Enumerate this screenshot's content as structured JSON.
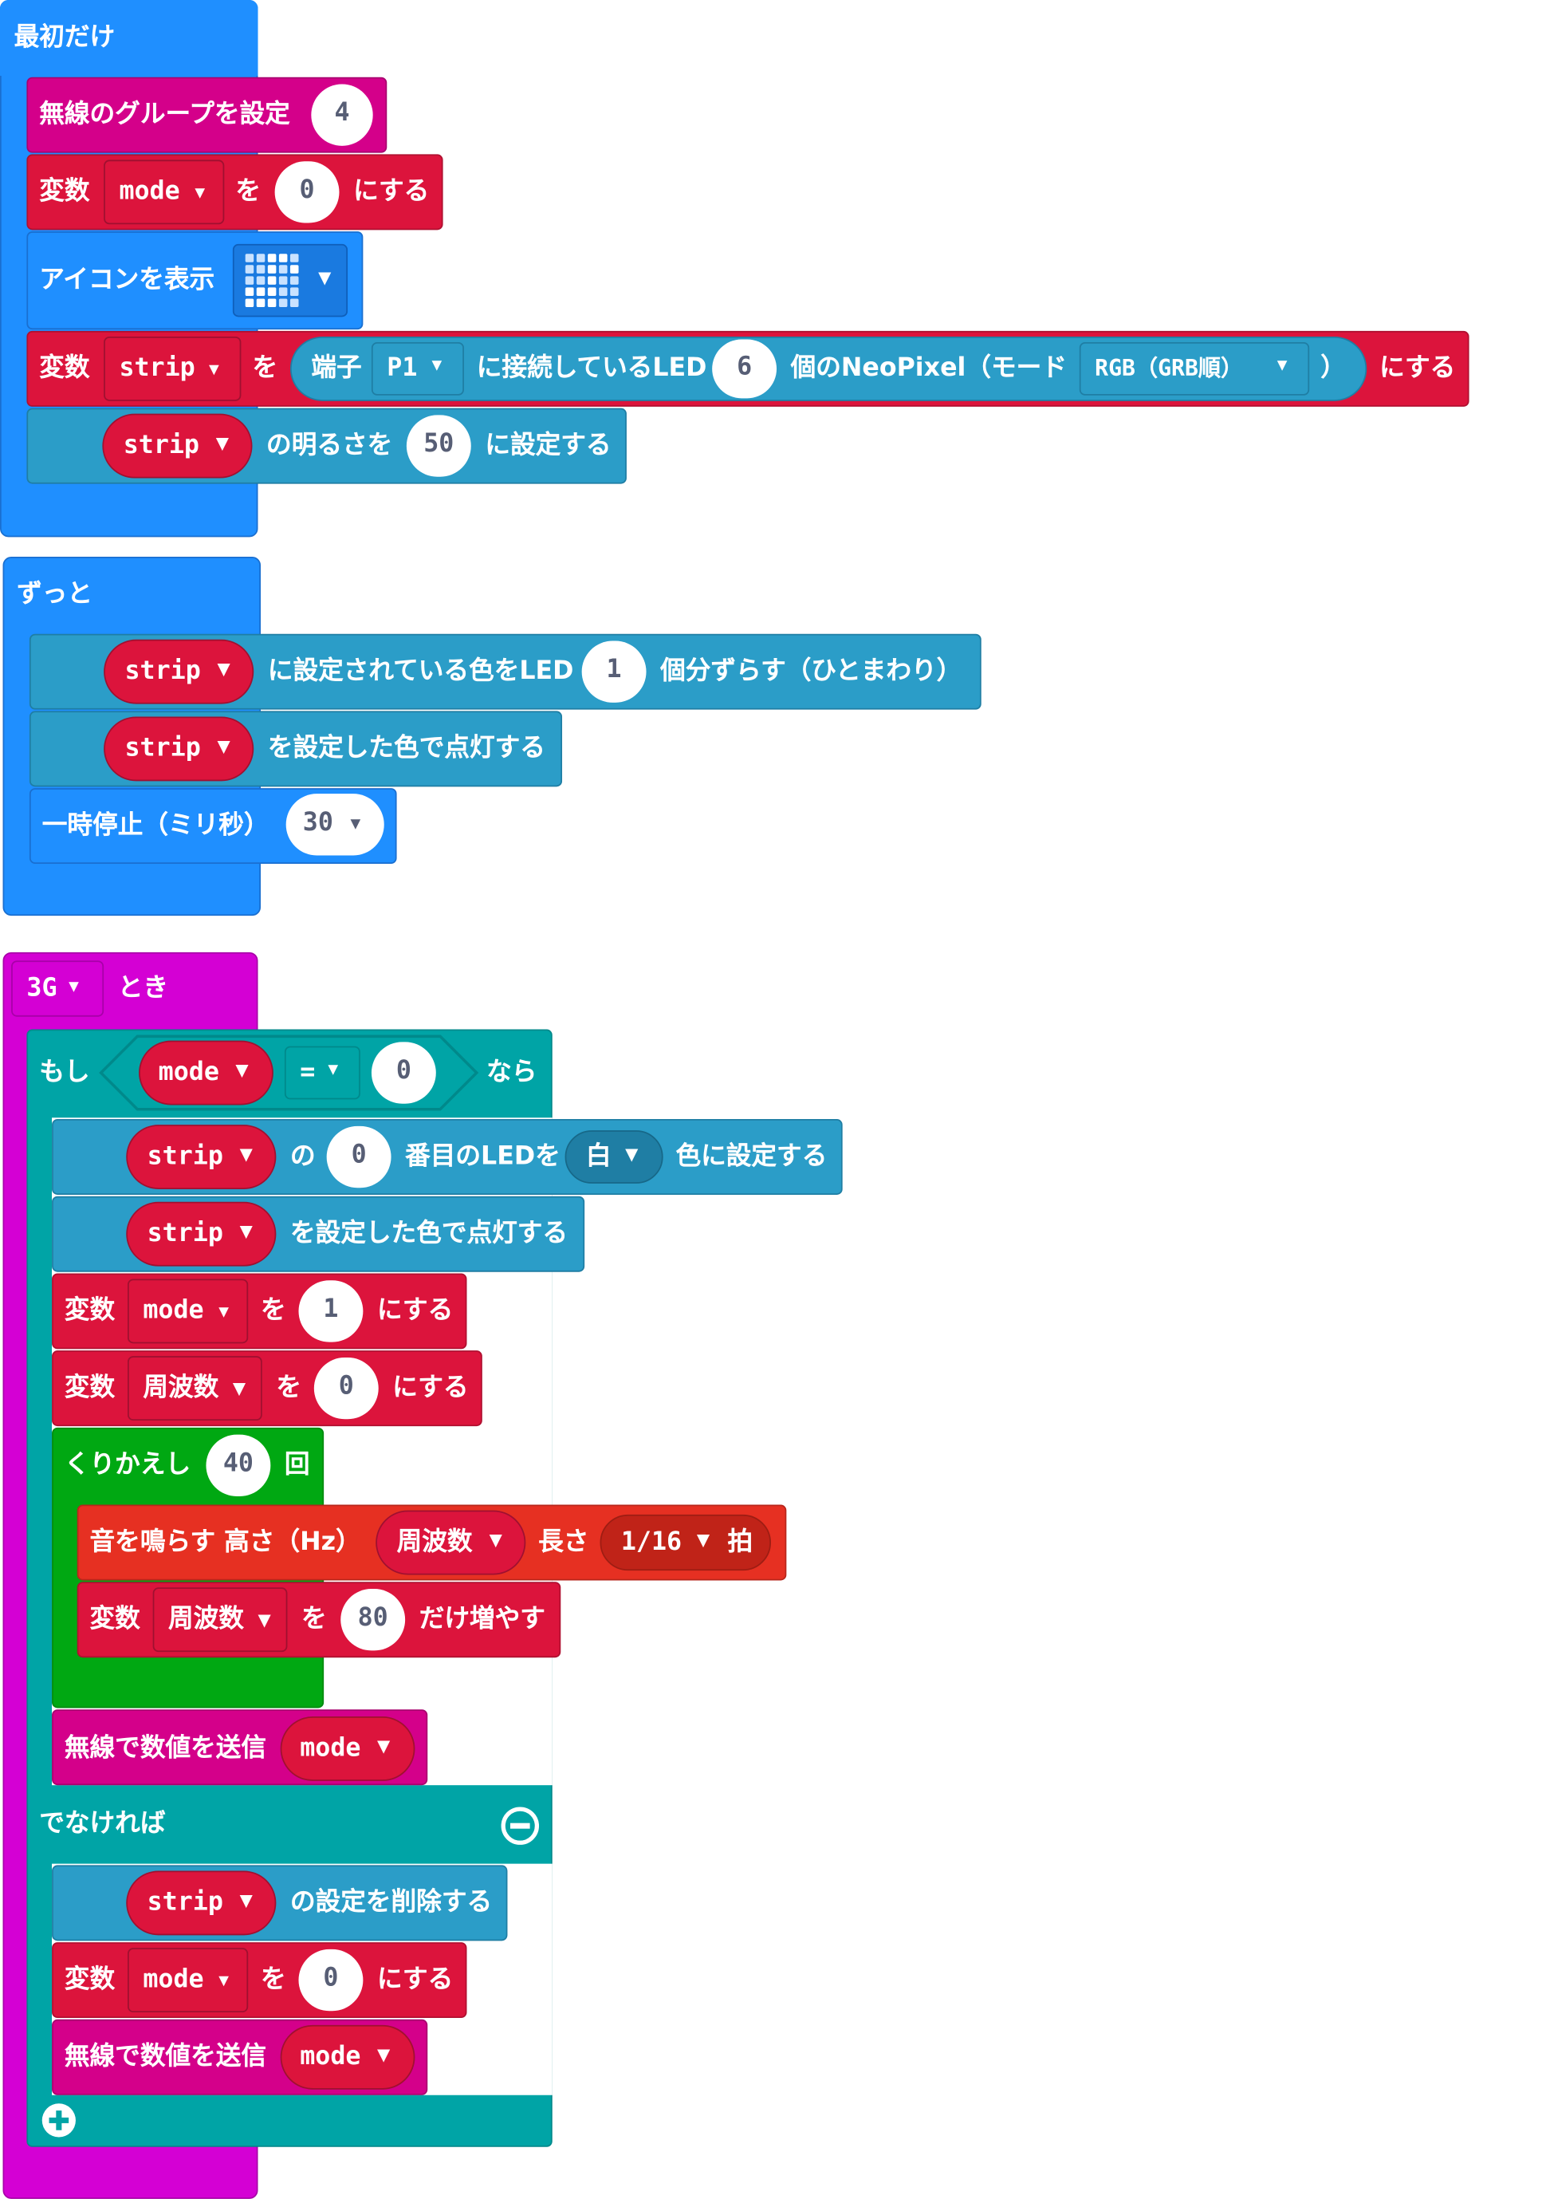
{
  "colors": {
    "basic": "#1f8fff",
    "radio": "#d4008a",
    "variables": "#dc143c",
    "neopixel": "#2b9dc8",
    "logic": "#00a4a6",
    "loops": "#00a812",
    "music": "#e63022",
    "handler": "#d400d4"
  },
  "on_start": {
    "hat": "最初だけ",
    "radio_group": {
      "label": "無線のグループを設定",
      "value": "4"
    },
    "set_mode": {
      "prefix": "変数",
      "var": "mode",
      "to": "を",
      "value": "0",
      "suffix": "にする"
    },
    "show_icon": {
      "label": "アイコンを表示",
      "icon": "music-note-icon"
    },
    "set_strip": {
      "prefix": "変数",
      "var": "strip",
      "to": "を",
      "create": "端子",
      "pin": "P1",
      "connected": "に接続しているLED",
      "count": "6",
      "neo": "個のNeoPixel（モード",
      "mode": "RGB（GRB順）",
      "close": "）",
      "suffix": "にする"
    },
    "brightness": {
      "var": "strip",
      "label": "の明るさを",
      "value": "50",
      "suffix": "に設定する"
    }
  },
  "forever": {
    "hat": "ずっと",
    "rotate": {
      "var": "strip",
      "label": "に設定されている色をLED",
      "value": "1",
      "suffix": "個分ずらす（ひとまわり）"
    },
    "show": {
      "var": "strip",
      "label": "を設定した色で点灯する"
    },
    "pause": {
      "label": "一時停止（ミリ秒）",
      "value": "30"
    }
  },
  "gesture": {
    "event": "3G",
    "suffix": "とき",
    "if": {
      "if_label": "もし",
      "var": "mode",
      "op": "=",
      "value": "0",
      "then_label": "なら",
      "then": {
        "set_pixel": {
          "var": "strip",
          "label": "の",
          "index": "0",
          "middle": "番目のLEDを",
          "color": "白",
          "suffix": "色に設定する"
        },
        "show": {
          "var": "strip",
          "label": "を設定した色で点灯する"
        },
        "set_mode": {
          "prefix": "変数",
          "var": "mode",
          "to": "を",
          "value": "1",
          "suffix": "にする"
        },
        "set_freq": {
          "prefix": "変数",
          "var": "周波数",
          "to": "を",
          "value": "0",
          "suffix": "にする"
        },
        "repeat": {
          "label": "くりかえし",
          "value": "40",
          "suffix": "回",
          "tone": {
            "label": "音を鳴らす 高さ（Hz）",
            "var": "周波数",
            "len_label": "長さ",
            "beat": "1/16",
            "beat_suffix": "拍"
          },
          "change": {
            "prefix": "変数",
            "var": "周波数",
            "to": "を",
            "value": "80",
            "suffix": "だけ増やす"
          }
        },
        "send": {
          "label": "無線で数値を送信",
          "var": "mode"
        }
      },
      "else_label": "でなければ",
      "else": {
        "clear": {
          "var": "strip",
          "label": "の設定を削除する"
        },
        "set_mode": {
          "prefix": "変数",
          "var": "mode",
          "to": "を",
          "value": "0",
          "suffix": "にする"
        },
        "send": {
          "label": "無線で数値を送信",
          "var": "mode"
        }
      }
    }
  }
}
